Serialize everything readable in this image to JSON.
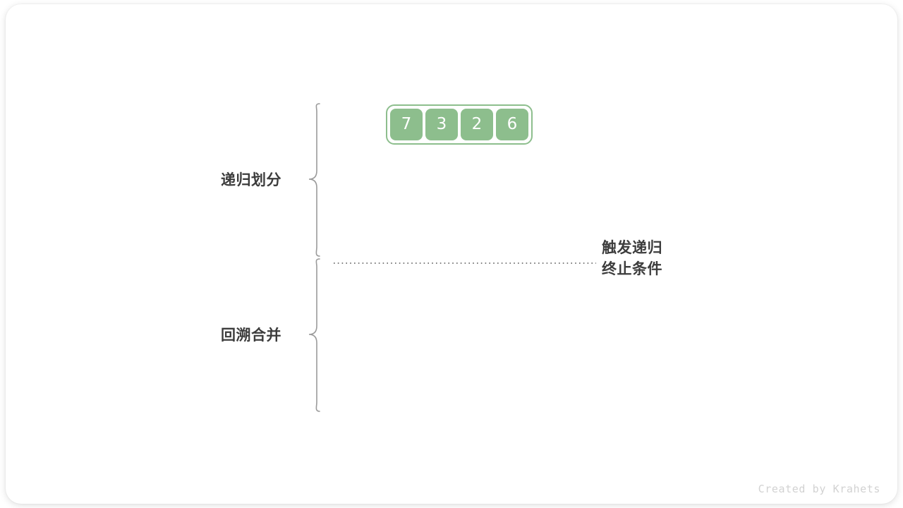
{
  "figure": {
    "title_watermark": "Created by Krahets",
    "accent_color": "#8dbe8d",
    "text_color": "#3c3c3c",
    "brace_color": "#9a9a9a",
    "divider_color": "#6d6d6d",
    "watermark_color": "#d2d2d2",
    "background": "#ffffff"
  },
  "sections": {
    "divide": {
      "label": "递归划分"
    },
    "merge": {
      "label": "回溯合并"
    }
  },
  "annotation": {
    "line1": "触发递归",
    "line2": "终止条件"
  },
  "array": {
    "values": [
      "7",
      "3",
      "2",
      "6"
    ],
    "count": 4
  }
}
